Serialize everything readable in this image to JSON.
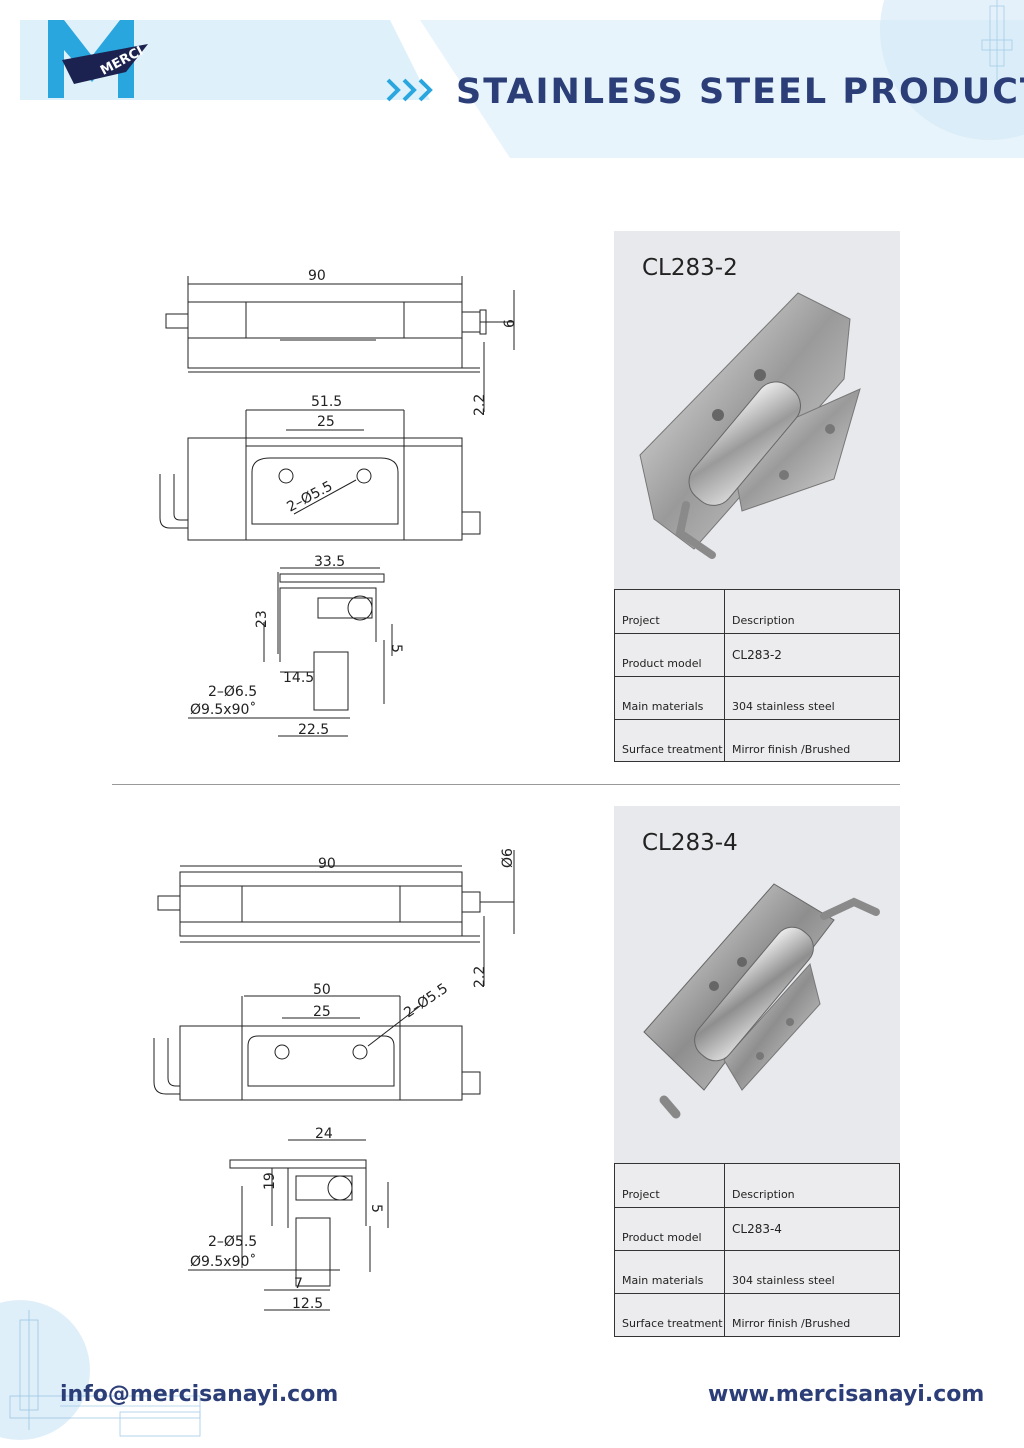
{
  "header": {
    "logo_text": "MERCI",
    "title": "STAINLESS STEEL PRODUCTS"
  },
  "colors": {
    "brand_blue": "#2c3e78",
    "logo_cyan": "#2aa6df",
    "banner_light": "#dff1fb"
  },
  "products": [
    {
      "model": "CL283-2",
      "drawing_dims": [
        "90",
        "6",
        "2.2",
        "51.5",
        "25",
        "2–Ø5.5",
        "33.5",
        "23",
        "5",
        "14.5",
        "2–Ø6.5",
        "Ø9.5x90˚",
        "22.5"
      ],
      "spec_table": {
        "header": {
          "project": "Project",
          "description": "Description"
        },
        "rows": [
          {
            "label": "Product model",
            "value": "CL283-2"
          },
          {
            "label": "Main materials",
            "value": "304 stainless steel"
          },
          {
            "label": "Surface treatment",
            "value": "Mirror finish /Brushed"
          }
        ]
      }
    },
    {
      "model": "CL283-4",
      "drawing_dims": [
        "90",
        "Ø6",
        "2.2",
        "50",
        "25",
        "2–Ø5.5",
        "24",
        "19",
        "5",
        "2–Ø5.5",
        "Ø9.5x90˚",
        "7",
        "12.5"
      ],
      "spec_table": {
        "header": {
          "project": "Project",
          "description": "Description"
        },
        "rows": [
          {
            "label": "Product model",
            "value": "CL283-4"
          },
          {
            "label": "Main materials",
            "value": "304 stainless steel"
          },
          {
            "label": "Surface treatment",
            "value": "Mirror finish /Brushed"
          }
        ]
      }
    }
  ],
  "footer": {
    "email": "info@mercisanayi.com",
    "website": "www.mercisanayi.com"
  }
}
